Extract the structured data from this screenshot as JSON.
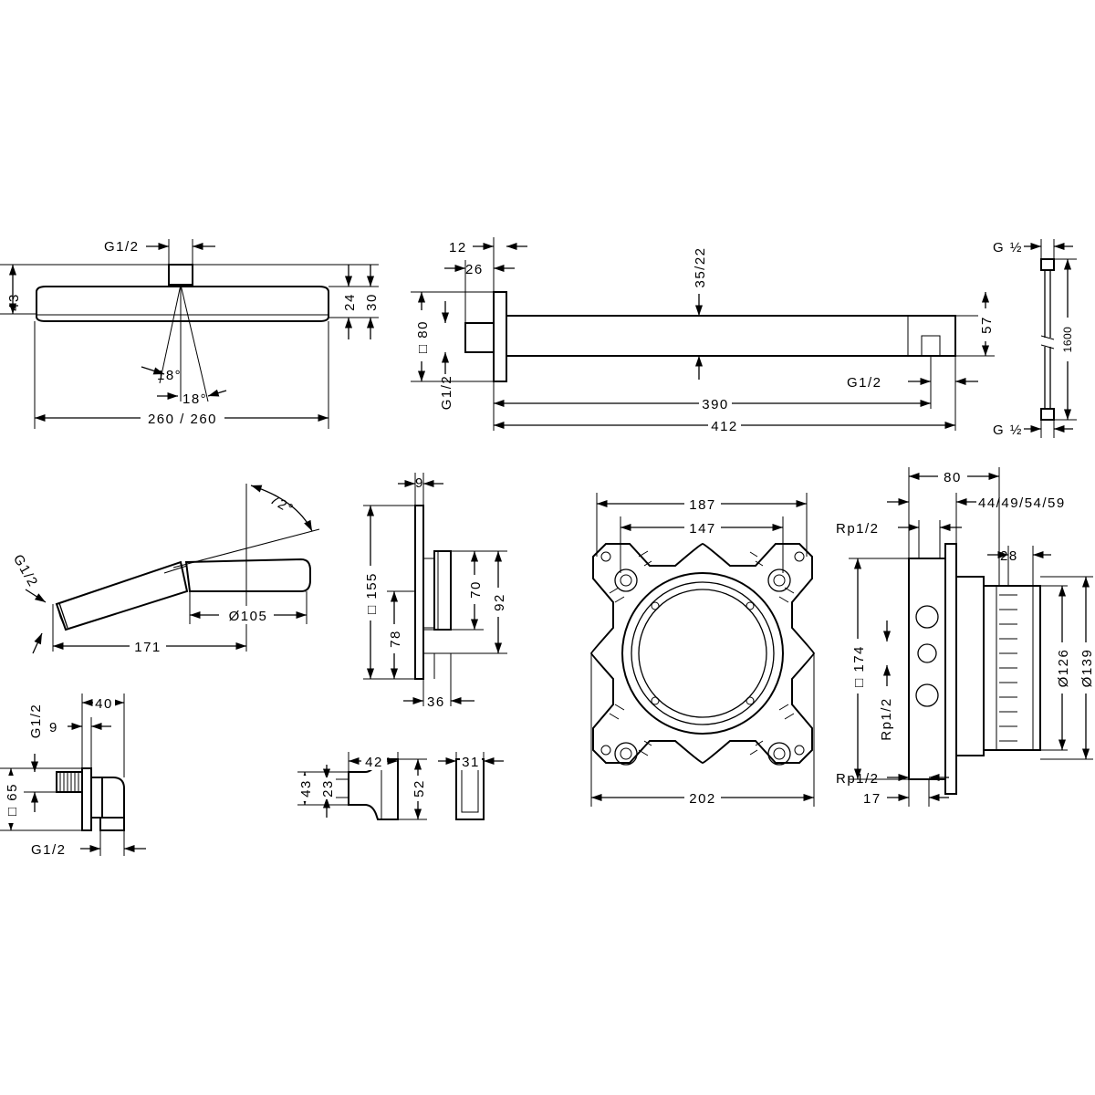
{
  "head_shower": {
    "g": "G1/2",
    "h43": "43",
    "h24": "24",
    "h30": "30",
    "angle1": "18°",
    "angle2": "18°",
    "width": "260 / 260"
  },
  "arm": {
    "d12": "12",
    "d26": "26",
    "sq80": "□ 80",
    "g_left": "G1/2",
    "d35": "35/22",
    "g_right": "G1/2",
    "d57": "57",
    "d390": "390",
    "d412": "412"
  },
  "hose": {
    "g_top": "G ½",
    "len": "1600",
    "g_bot": "G ½"
  },
  "hand_shower": {
    "g": "G1/2",
    "angle": "72°",
    "dia": "Ø105",
    "len": "171"
  },
  "trim": {
    "d9": "9",
    "sq155": "□ 155",
    "d78": "78",
    "d70": "70",
    "d92": "92",
    "d36": "36"
  },
  "bracket": {
    "d187": "187",
    "d147": "147",
    "d202": "202"
  },
  "valve": {
    "d80": "80",
    "rp_top": "Rp1/2",
    "d44": "44/49/54/59",
    "d28": "28",
    "sq174": "□ 174",
    "rp_mid": "Rp1/2",
    "d126": "Ø126",
    "d139": "Ø139",
    "rp_bot": "Rp1/2",
    "d17": "17"
  },
  "outlet": {
    "d40": "40",
    "g_top": "G1/2",
    "d9": "9",
    "sq65": "□ 65",
    "g_bot": "G1/2"
  },
  "holder": {
    "d42": "42",
    "d43": "43",
    "d23": "23",
    "d52": "52",
    "d31": "31"
  }
}
